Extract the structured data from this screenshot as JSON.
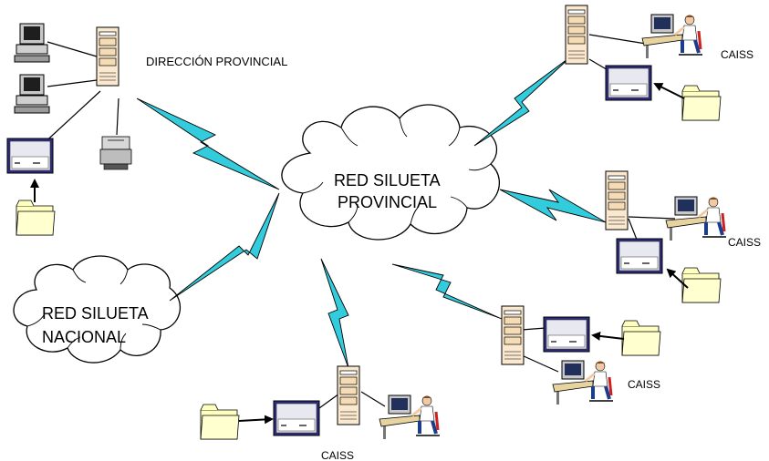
{
  "labels": {
    "direccion": "DIRECCIÓN PROVINCIAL",
    "red_provincial_line1": "RED SILUETA",
    "red_provincial_line2": "PROVINCIAL",
    "red_nacional_line1": "RED SILUETA",
    "red_nacional_line2": "NACIONAL",
    "caiss_top_right": "CAISS",
    "caiss_mid_right": "CAISS",
    "caiss_lower_right": "CAISS",
    "caiss_bottom": "CAISS"
  },
  "colors": {
    "lightning": "#33ccdd",
    "server": "#fbe9cf",
    "folder": "#ffffc0",
    "scanner": "#2b2b80",
    "outline": "#000000"
  }
}
